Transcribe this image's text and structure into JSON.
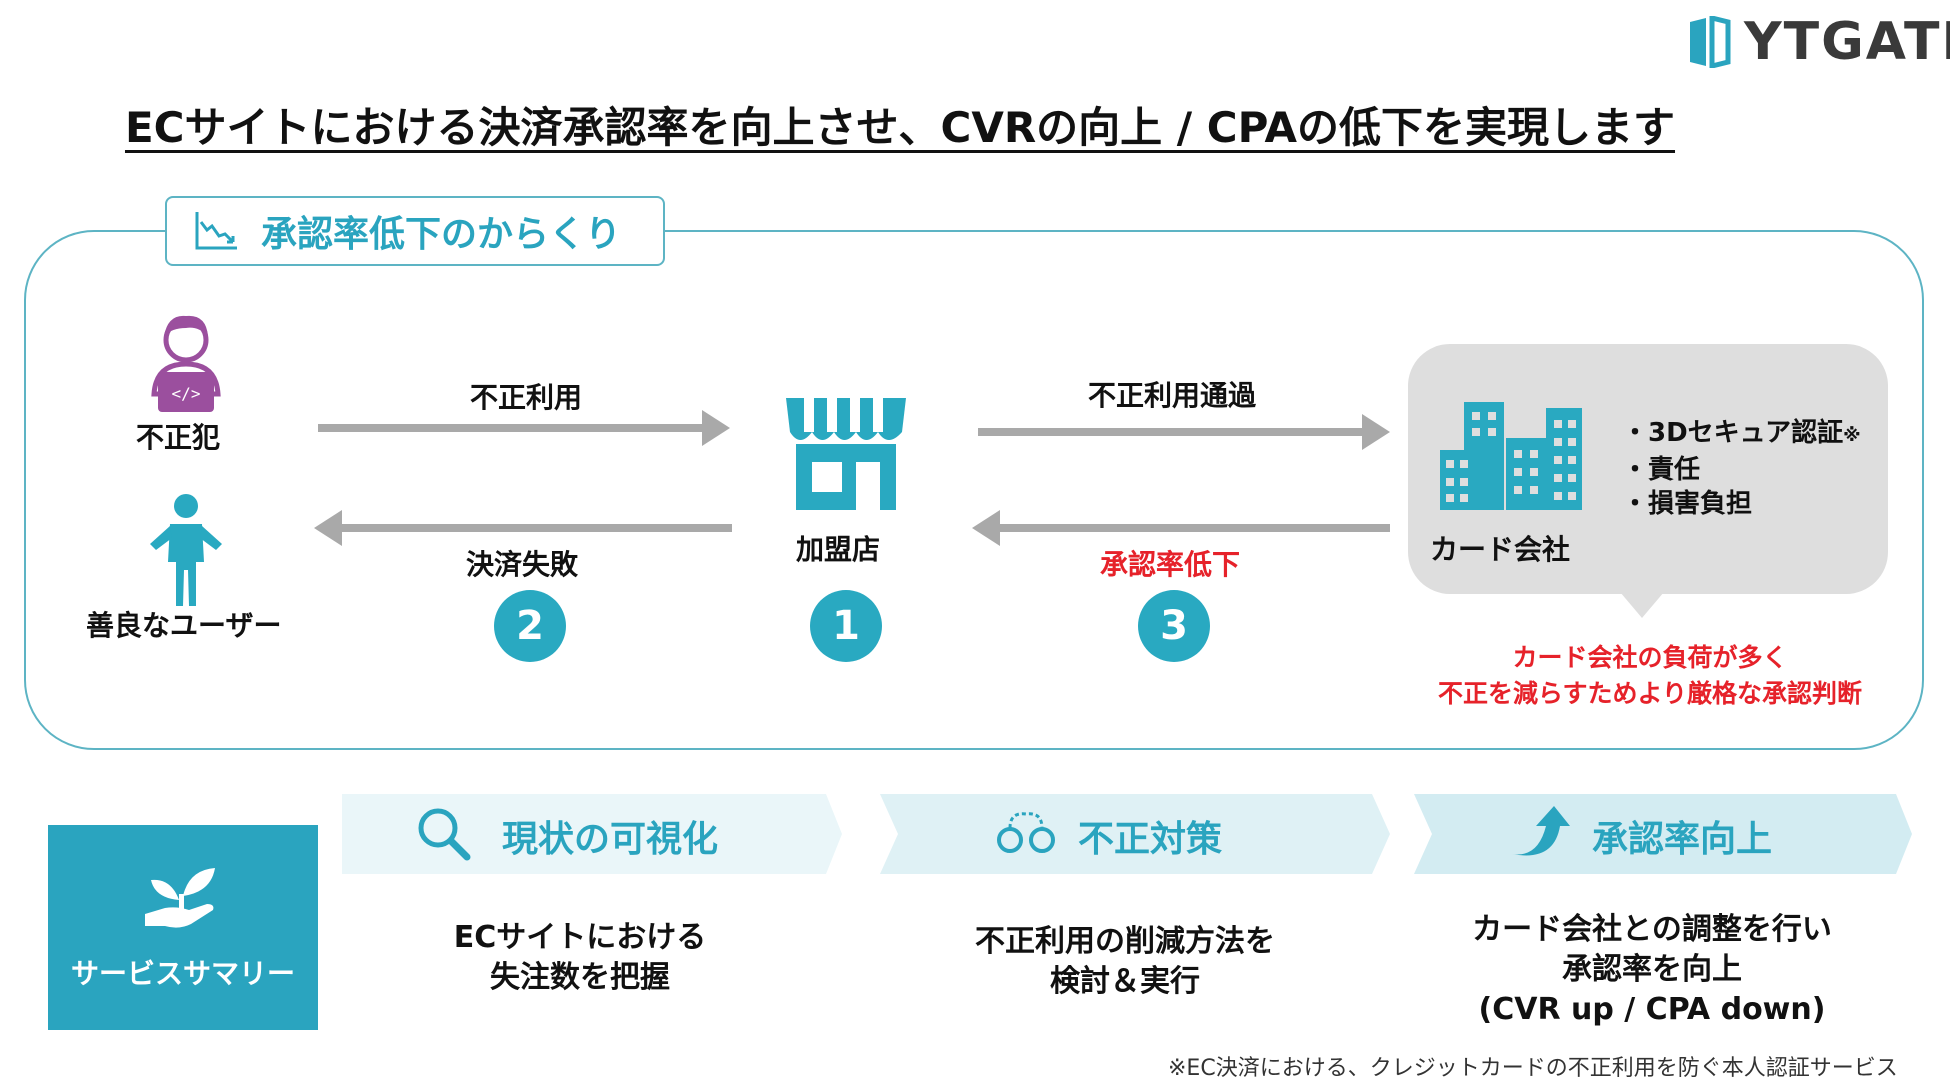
{
  "logo": {
    "name": "YTGATE"
  },
  "headline": "ECサイトにおける決済承認率を向上させ、CVRの向上 / CPAの低下を実現します",
  "mechanism": {
    "tab_title": "承認率低下のからくり",
    "fraudster_label": "不正犯",
    "user_label": "善良なユーザー",
    "merchant_label": "加盟店",
    "card_company_label": "カード会社",
    "arrow_fraud_use": "不正利用",
    "arrow_payment_fail": "決済失敗",
    "arrow_fraud_pass": "不正利用通過",
    "arrow_approval_drop": "承認率低下",
    "step_numbers": [
      "2",
      "1",
      "3"
    ],
    "card_bullets": [
      "・3Dセキュア認証",
      "・責任",
      "・損害負担"
    ],
    "card_bullet_mark": "※",
    "card_note_line1": "カード会社の負荷が多く",
    "card_note_line2": "不正を減らすためより厳格な承認判断"
  },
  "summary": {
    "label": "サービスサマリー",
    "steps": [
      {
        "title": "現状の可視化",
        "icon": "magnifier-icon",
        "desc_lines": [
          "ECサイトにおける",
          "失注数を把握"
        ]
      },
      {
        "title": "不正対策",
        "icon": "handcuffs-icon",
        "desc_lines": [
          "不正利用の削減方法を",
          "検討＆実行"
        ]
      },
      {
        "title": "承認率向上",
        "icon": "up-arrow-icon",
        "desc_lines": [
          "カード会社との調整を行い",
          "承認率を向上",
          "(CVR up / CPA down)"
        ]
      }
    ]
  },
  "footnote": "※EC決済における、クレジットカードの不正利用を防ぐ本人認証サービス",
  "colors": {
    "accent": "#2aa4bf",
    "alert": "#e6222a",
    "arrow": "#a9a9a9",
    "person_fraud": "#9b4f9e",
    "frame": "#5db4c4"
  }
}
